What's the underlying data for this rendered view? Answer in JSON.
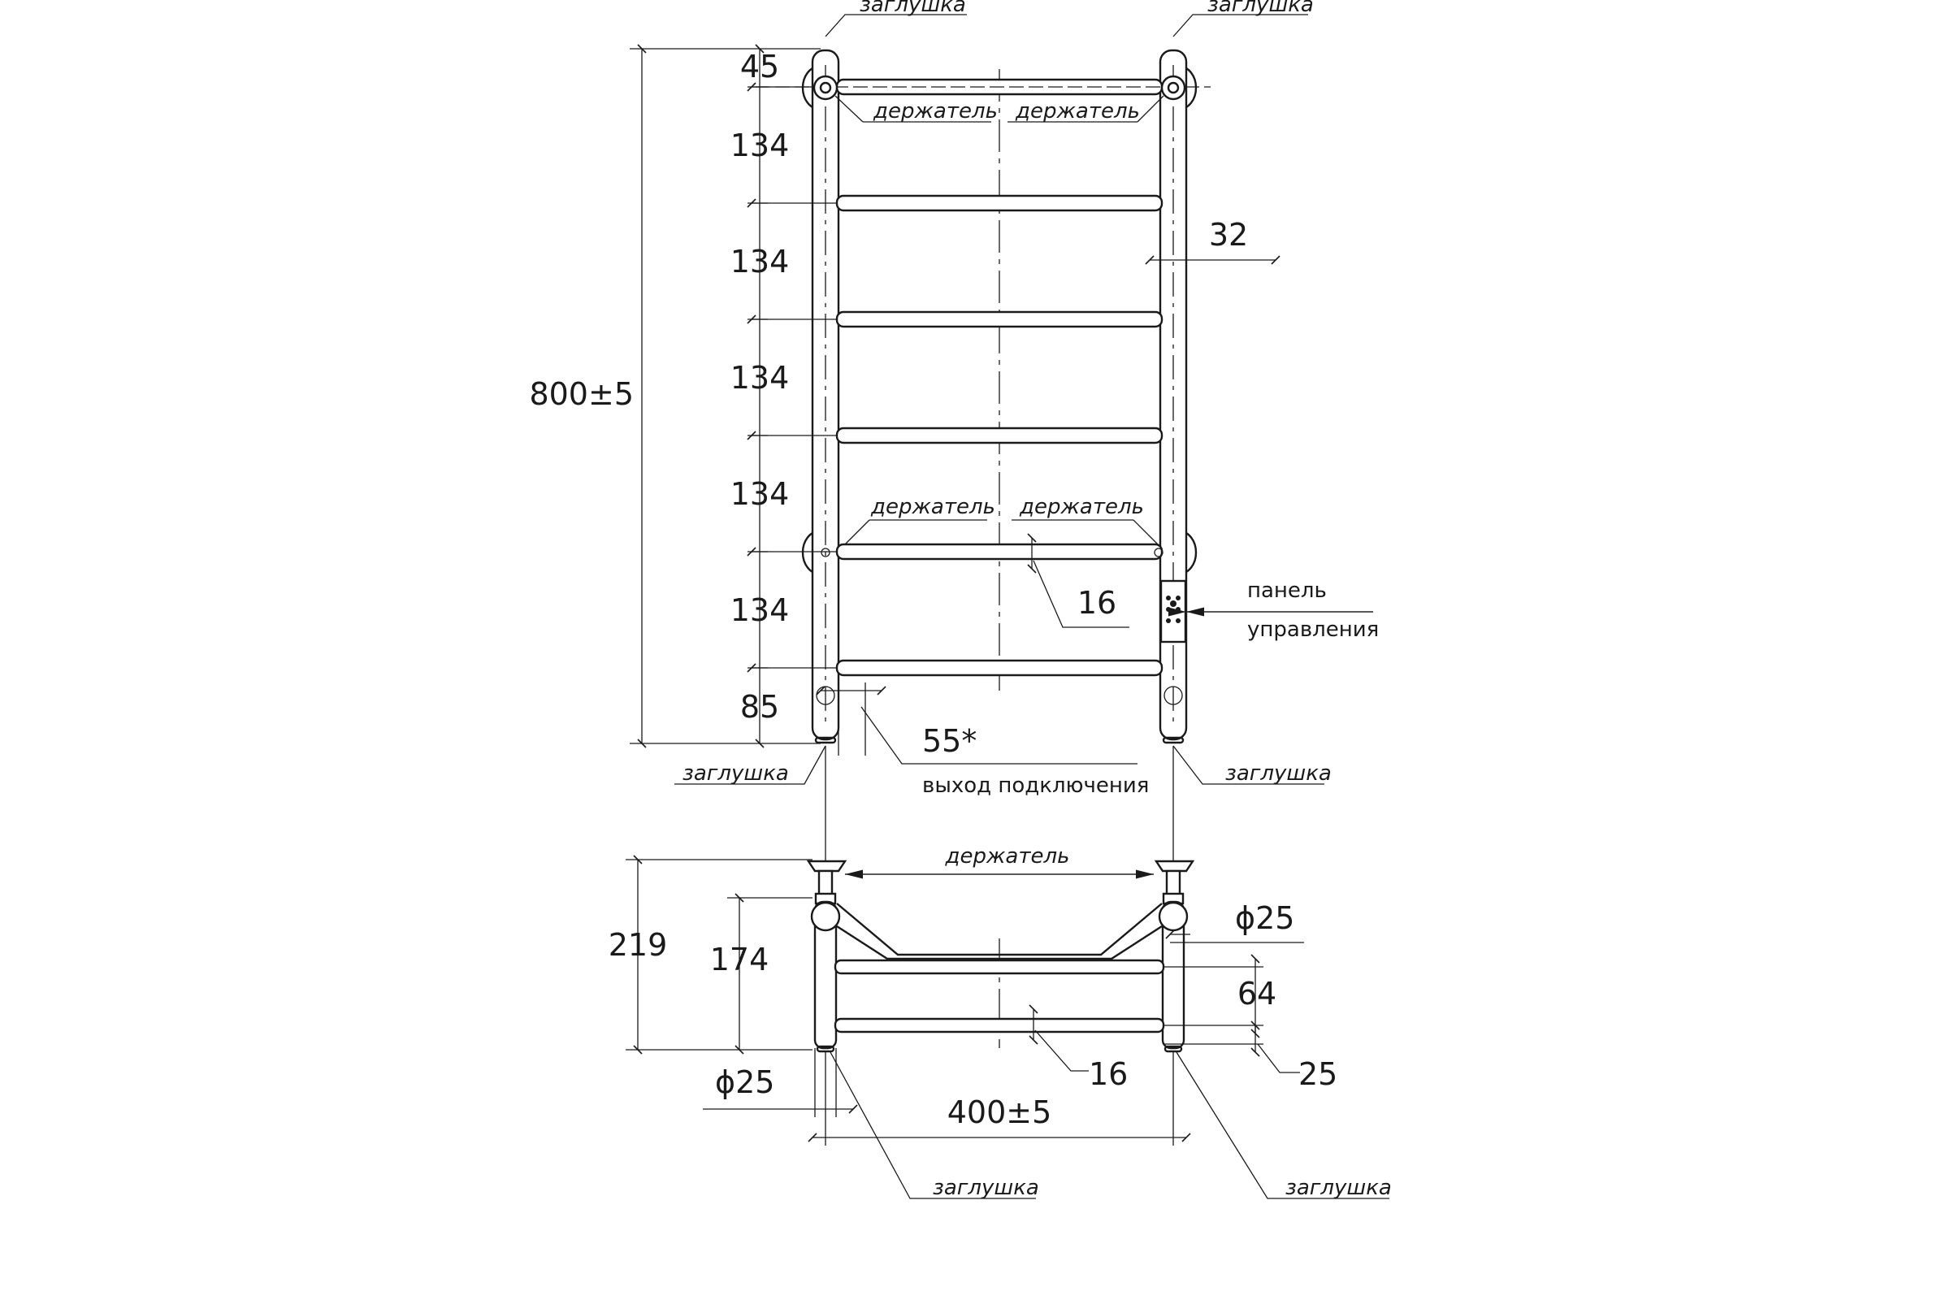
{
  "labels": {
    "plug": "заглушка",
    "holder": "держатель",
    "panel_line1": "панель",
    "panel_line2": "управления",
    "outlet": "выход подключения"
  },
  "front_view": {
    "total_height": "800±5",
    "top_offset": "45",
    "rung_spacing": [
      "134",
      "134",
      "134",
      "134",
      "134"
    ],
    "bottom_offset": "85",
    "outlet_offset": "55*",
    "pipe_width": "32",
    "rung_diameter": "16"
  },
  "side_view": {
    "depth_total": "219",
    "depth_inner": "174",
    "post_diameter": "ϕ25",
    "post_diameter_right": "ϕ25",
    "bar_spacing": "64",
    "bar_offset": "25",
    "bar_diameter": "16",
    "width_total": "400±5"
  },
  "colors": {
    "line": "#1a1a1a",
    "background": "#ffffff"
  }
}
